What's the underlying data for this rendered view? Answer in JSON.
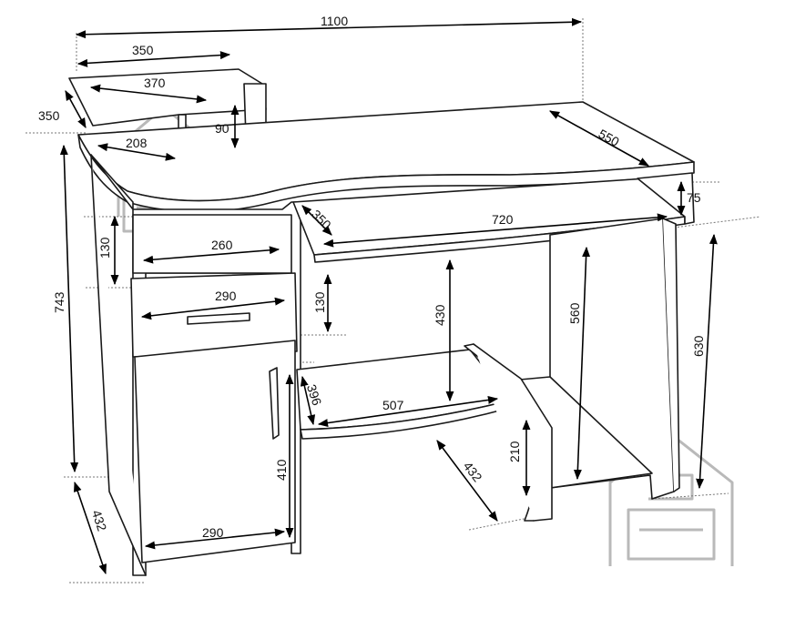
{
  "dimensions": {
    "total_width": "1100",
    "shelf_width": "350",
    "shelf_diagonal": "370",
    "shelf_depth": "350",
    "shelf_height": "90",
    "shelf_inner": "208",
    "desk_depth": "550",
    "keyboard_height": "75",
    "keyboard_depth": "350",
    "keyboard_width": "720",
    "niche_height": "130",
    "niche_width": "260",
    "total_height": "743",
    "drawer_width": "290",
    "drawer_height": "130",
    "knee_height": "430",
    "side_height": "560",
    "right_height": "630",
    "lower_shelf_depth": "396",
    "lower_shelf_width": "507",
    "stand_height": "210",
    "stand_depth": "432",
    "cabinet_height": "410",
    "cabinet_width": "290",
    "base_depth": "432"
  },
  "colors": {
    "line": "#1a1a1a",
    "logo": "#b9b9b9"
  }
}
